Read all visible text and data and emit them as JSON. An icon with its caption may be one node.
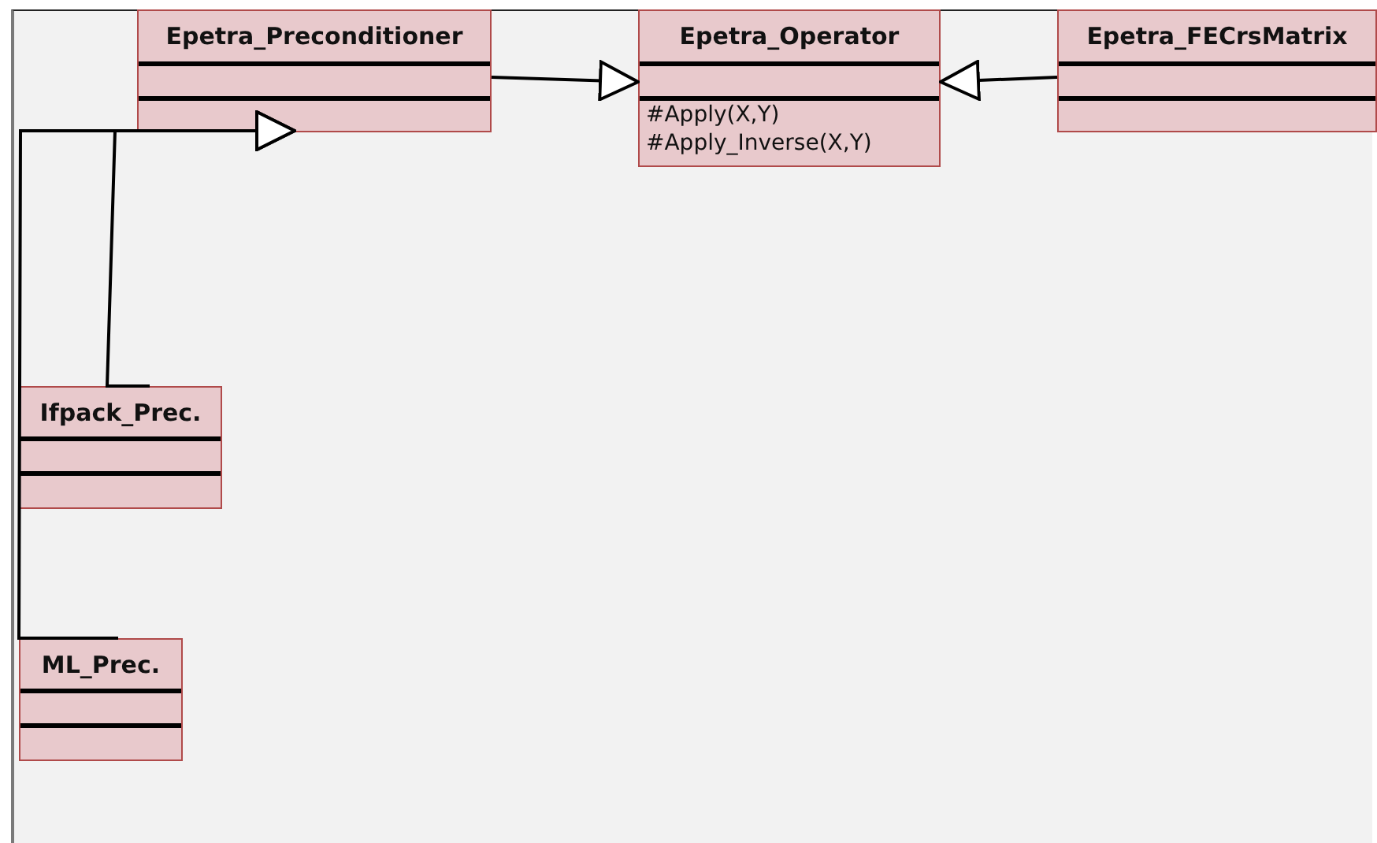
{
  "diagram": {
    "nodes": [
      {
        "text": [
          "Epetra_Preconditioner"
        ]
      },
      {
        "text": [
          "Epetra_Operator",
          "#Apply(X,Y)",
          "#Apply_Inverse(X,Y)"
        ]
      },
      {
        "text": [
          "Epetra_FECrsMatrix"
        ]
      },
      {
        "text": [
          "Ifpack_Prec."
        ]
      },
      {
        "text": [
          "ML_Prec."
        ]
      }
    ],
    "edges": [
      {
        "from": 0,
        "to": 1,
        "arrow": "to"
      },
      {
        "from": 2,
        "to": 1,
        "arrow": "to"
      },
      {
        "from": 3,
        "to": 0,
        "arrow": "to"
      },
      {
        "from": 4,
        "to": 0,
        "arrow": "to"
      }
    ]
  }
}
